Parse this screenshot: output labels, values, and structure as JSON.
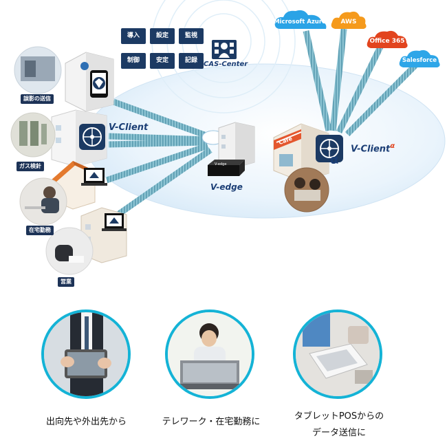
{
  "colors": {
    "navy": "#1c3a63",
    "cyan_ring": "#14b3d6",
    "pipe": "#7fb7c7",
    "ellipse": "#e6f2fb",
    "azure": "#2aa3e6",
    "aws": "#f59a1c",
    "office": "#e2441e",
    "salesforce": "#2ea6e8"
  },
  "functions": [
    "導入",
    "設定",
    "監視",
    "制御",
    "安定",
    "記録"
  ],
  "cas_center": "CAS-Center",
  "clouds": [
    "Microsoft Azure",
    "AWS",
    "Office 365",
    "Salesforce"
  ],
  "left_labels": [
    "誤影の送信",
    "ガス検針",
    "在宅勤務",
    "営業"
  ],
  "brands": {
    "v_client": "V-Client",
    "v_edge": "V-edge",
    "v_client_alpha": "V-Client",
    "alpha": "α",
    "edge_device": "V-edge",
    "cafe": "Cafe"
  },
  "icons": {
    "cas_center": "operator-icon",
    "v_client": "network-node-icon",
    "laptop": "laptop-icon",
    "tablet": "tablet-icon"
  },
  "use_cases": [
    {
      "caption": "出向先や外出先から",
      "icon": "tablet-user-icon"
    },
    {
      "caption": "テレワーク・在宅勤務に",
      "icon": "laptop-user-icon"
    },
    {
      "caption": "タブレットPOSからの",
      "caption2": "データ送信に",
      "icon": "pos-register-icon"
    }
  ]
}
